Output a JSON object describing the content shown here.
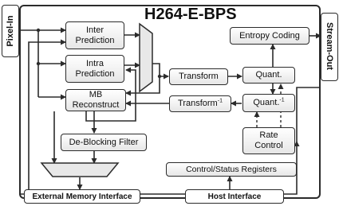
{
  "title": "H264-E-BPS",
  "side": {
    "left": "Pixel-In",
    "right": "Stream-Out"
  },
  "blocks": {
    "inter_prediction": [
      "Inter",
      "Prediction"
    ],
    "intra_prediction": [
      "Intra",
      "Prediction"
    ],
    "mb_reconstruct": [
      "MB",
      "Reconstruct"
    ],
    "transform": "Transform",
    "inverse_transform": "Transform",
    "inverse_exponent": "-1",
    "entropy_coding": "Entropy Coding",
    "quant": "Quant.",
    "inverse_quant": "Quant.",
    "inverse_quant_exponent": "-1",
    "rate_control": [
      "Rate",
      "Control"
    ],
    "deblocking_filter": "De-Blocking Filter",
    "control_status_registers": "Control/Status Registers"
  },
  "interfaces": {
    "external_memory": "External Memory Interface",
    "host": "Host Interface"
  }
}
